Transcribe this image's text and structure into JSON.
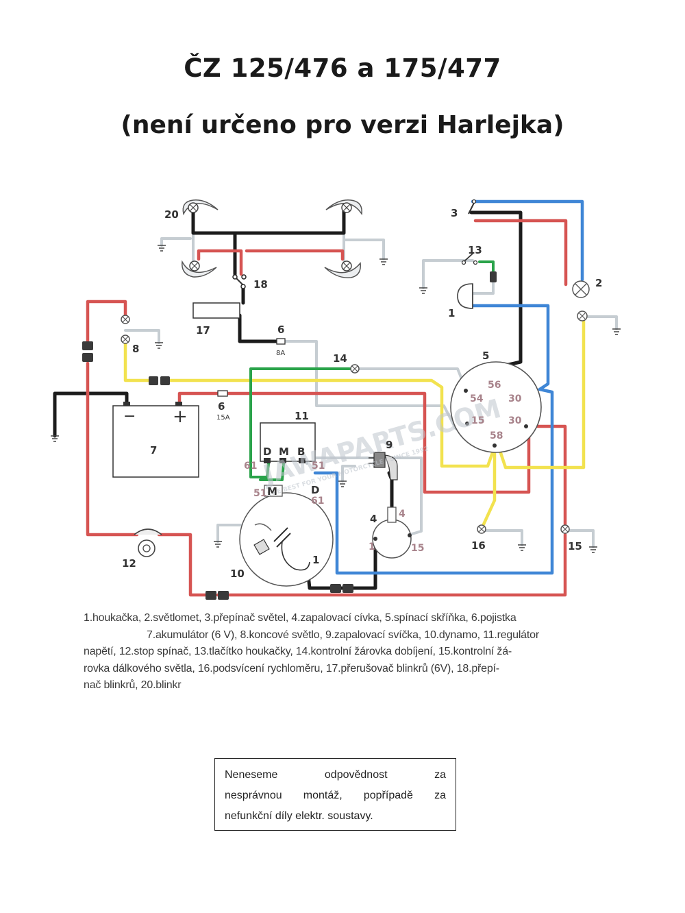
{
  "header": {
    "title": "ČZ 125/476 a 175/477",
    "subtitle": "(není určeno pro verzi Harlejka)"
  },
  "diagram": {
    "labels": {
      "l1": "1",
      "l2": "2",
      "l3": "3",
      "l4": "4",
      "l5": "5",
      "l6a": "6",
      "l6b": "6",
      "l7": "7",
      "l8": "8",
      "l9": "9",
      "l10": "10",
      "l11": "11",
      "l12": "12",
      "l13": "13",
      "l14": "14",
      "l15a": "15",
      "l16": "16",
      "l17": "17",
      "l18": "18",
      "l20": "20"
    },
    "fuse_ratings": {
      "f8": "8A",
      "f15": "15A"
    },
    "battery_signs": {
      "minus": "−",
      "plus": "+"
    },
    "regulator_terminals": {
      "d": "D",
      "m": "M",
      "b": "B",
      "t61": "61",
      "t51": "51"
    },
    "dynamo_terminals": {
      "t51": "51",
      "m": "M",
      "d": "D",
      "t61": "61",
      "t1": "1"
    },
    "switch_box_terminals": {
      "t56": "56",
      "t54": "54",
      "t30a": "30",
      "t15": "15",
      "t30b": "30",
      "t58": "58"
    },
    "coil_terminals": {
      "t4": "4",
      "t1": "1",
      "t15": "15"
    },
    "watermark": {
      "brand": "JAWAPARTS.COM",
      "tagline": "THE BEST FOR YOUR MOTORCYCLE | SINCE 1992"
    },
    "wire_colors": {
      "black": "#1c1c1c",
      "red": "#d65452",
      "blue": "#3f86d6",
      "yellow": "#f2e24f",
      "green": "#2aa34a",
      "grey": "#c6cdd2"
    }
  },
  "legend": {
    "line1": "1.houkačka, 2.světlomet, 3.přepínač světel, 4.zapalovací cívka, 5.spínací skříňka, 6.pojistka",
    "line2": "7.akumulátor (6 V), 8.koncové světlo, 9.zapalovací svíčka, 10.dynamo, 11.regulátor",
    "line3": "napětí, 12.stop spínač, 13.tlačítko houkačky, 14.kontrolní žárovka dobíjení, 15.kontrolní žá-",
    "line4": "rovka dálkového světla, 16.podsvícení rychloměru, 17.přerušovač blinkrů (6V), 18.přepí-",
    "line5": "nač blinkrů,  20.blinkr"
  },
  "disclaimer": {
    "l1a": "Neneseme",
    "l1b": "odpovědnost",
    "l1c": "za",
    "l2a": "nesprávnou",
    "l2b": "montáž,",
    "l2c": "popřípadě",
    "l2d": "za",
    "l3": "nefunkční díly elektr. soustavy."
  }
}
